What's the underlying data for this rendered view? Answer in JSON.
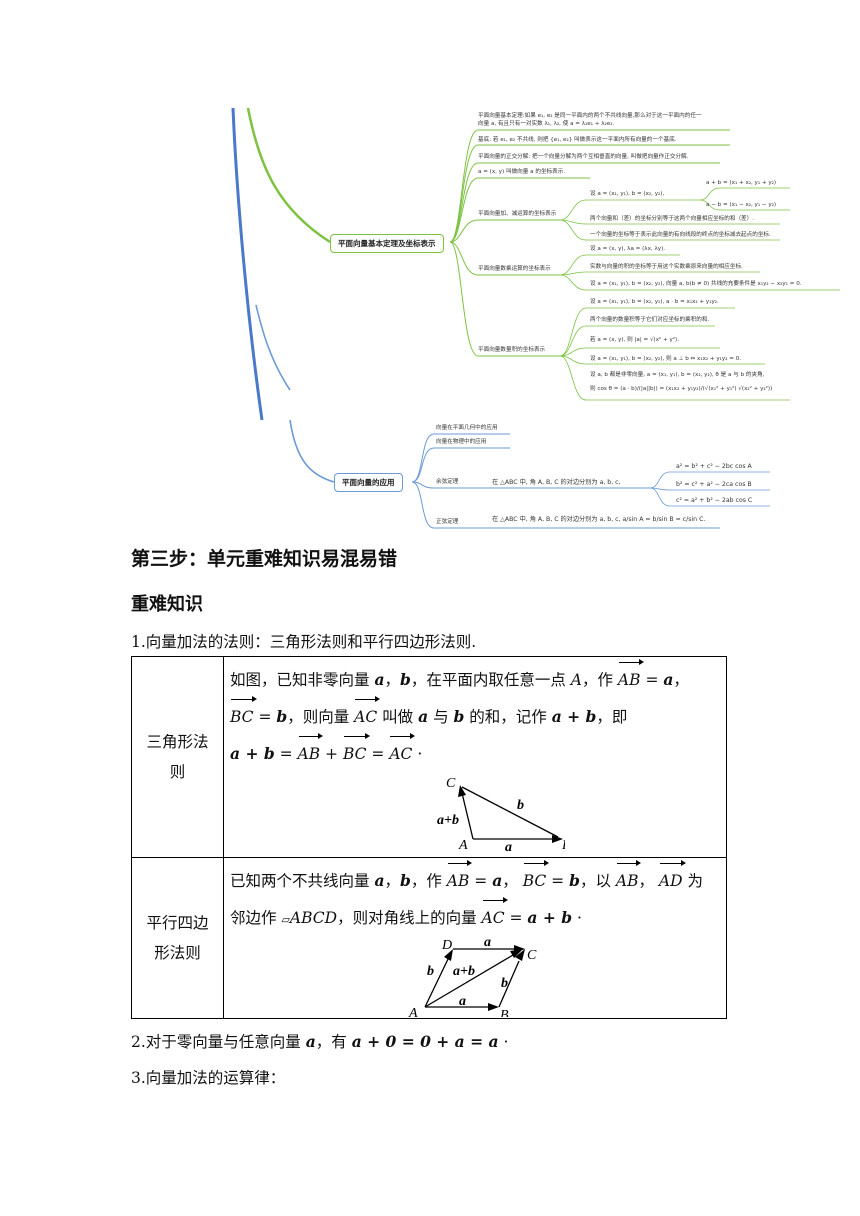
{
  "mindmap": {
    "node_basis": "平面向量基本定理及坐标表示",
    "node_apps": "平面向量的应用",
    "items": {
      "t1a": "平面向量基本定理:如果 e₁, e₂ 是同一平面内的两个不共线向量,那么对于这一平面内的任一",
      "t1b": "向量 a, 有且只有一对实数 λ₁, λ₂, 使 a = λ₁e₁ + λ₂e₂.",
      "t2": "基底: 若 e₁, e₂ 不共线, 则把 {e₁, e₂} 叫做表示这一平面内所有向量的一个基底.",
      "t3": "平面向量的正交分解: 把一个向量分解为两个互相垂直的向量, 叫做把向量作正交分解.",
      "t4": "a = (x, y) 叫做向量 a 的坐标表示.",
      "t5": "平面向量加、减运算的坐标表示",
      "t5a": "设 a = (x₁, y₁), b = (x₂, y₂),",
      "t5a1": "a + b = (x₁ + x₂, y₁ + y₂)",
      "t5a2": "a − b = (x₁ − x₂, y₁ − y₂)",
      "t5b": "两个向量和（差）的坐标分别等于这两个向量相应坐标的和（差）.",
      "t5c": "一个向量的坐标等于表示此向量的有向线段的终点的坐标减去起点的坐标.",
      "t6": "平面向量数乘运算的坐标表示",
      "t6a": "设 a = (x, y), λa = (λx, λy).",
      "t6b": "实数与向量的积的坐标等于用这个实数乘原来向量的相应坐标.",
      "t6c": "设 a = (x₁, y₁), b = (x₂, y₂), 向量 a, b(b ≠ 0) 共线的充要条件是 x₁y₂ − x₂y₁ = 0.",
      "t7": "平面向量数量积的坐标表示",
      "t7a": "设 a = (x₁, y₁), b = (x₂, y₂), a · b = x₁x₂ + y₁y₂.",
      "t7b": "两个向量的数量积等于它们对应坐标的乘积的和.",
      "t7c": "若 a = (x, y), 则 |a| = √(x² + y²).",
      "t7d": "设 a = (x₁, y₁), b = (x₂, y₂), 则 a ⊥ b ⇔ x₁x₂ + y₁y₂ = 0.",
      "t7e1": "设 a, b 都是非零向量, a = (x₁, y₁), b = (x₂, y₂), θ 是 a 与 b 的夹角,",
      "t7e2": "则 cos θ = (a · b)/(|a||b|) = (x₁x₂ + y₁y₂)/(√(x₁² + y₁²) √(x₂² + y₂²))",
      "a1": "向量在平面几何中的应用",
      "a2": "向量在物理中的应用",
      "a3": "余弦定理",
      "a3t": "在 △ABC 中, 角 A, B, C 的对边分别为 a, b, c,",
      "a3f1": "a² = b² + c² − 2bc cos A",
      "a3f2": "b² = c² + a² − 2ca cos B",
      "a3f3": "c² = a² + b² − 2ab cos C",
      "a4": "正弦定理",
      "a4t": "在 △ABC 中, 角 A, B, C 的对边分别为 a, b, c, a/sin A = b/sin B = c/sin C."
    },
    "colors": {
      "green": "#7dc242",
      "blue": "#6b9bd6",
      "dark_blue": "#4a79c9"
    }
  },
  "step_heading": "第三步：单元重难知识易混易错",
  "sub_heading": "重难知识",
  "p1": "1.向量加法的法则：三角形法则和平行四边形法则.",
  "table": {
    "row1_label_1": "三角形法",
    "row1_label_2": "则",
    "row1": {
      "s1": "如图，已知非零向量 ",
      "a": "a",
      "comma": "，",
      "b": "b",
      "s2": "，在平面内取任意一点 ",
      "A": "A",
      "s3": "，作 ",
      "AB": "AB",
      "eq": " = ",
      "s4": "，",
      "BC": "BC",
      "s5": "，则向量 ",
      "AC": "AC",
      "s6": " 叫做 ",
      "s7": " 与 ",
      "s8": " 的和，记作 ",
      "aplusb": "a + b",
      "s9": "，即",
      "plus": " + ",
      "dot": " ·"
    },
    "fig1": {
      "C": "C",
      "A": "A",
      "B": "B",
      "a": "a",
      "b": "b",
      "ab": "a+b"
    },
    "row2_label_1": "平行四边",
    "row2_label_2": "形法则",
    "row2": {
      "s1": "已知两个不共线向量 ",
      "s2": "，作 ",
      "s3": "， ",
      "s4": "，以 ",
      "s5": "， ",
      "AD": "AD",
      "s6": " 为",
      "s7": "邻边作 ",
      "para": "▱",
      "ABCD": "ABCD",
      "s8": "，则对角线上的向量 "
    },
    "fig2": {
      "A": "A",
      "B": "B",
      "C": "C",
      "D": "D",
      "a_top": "a",
      "a_bot": "a",
      "b_left": "b",
      "b_right": "b",
      "ab": "a+b"
    }
  },
  "p2": {
    "s1": "2.对于零向量与任意向量 ",
    "a": "a",
    "s2": "，有 ",
    "eq": "a + 0 = 0 + a = a",
    "end": " ·"
  },
  "p3": "3.向量加法的运算律："
}
